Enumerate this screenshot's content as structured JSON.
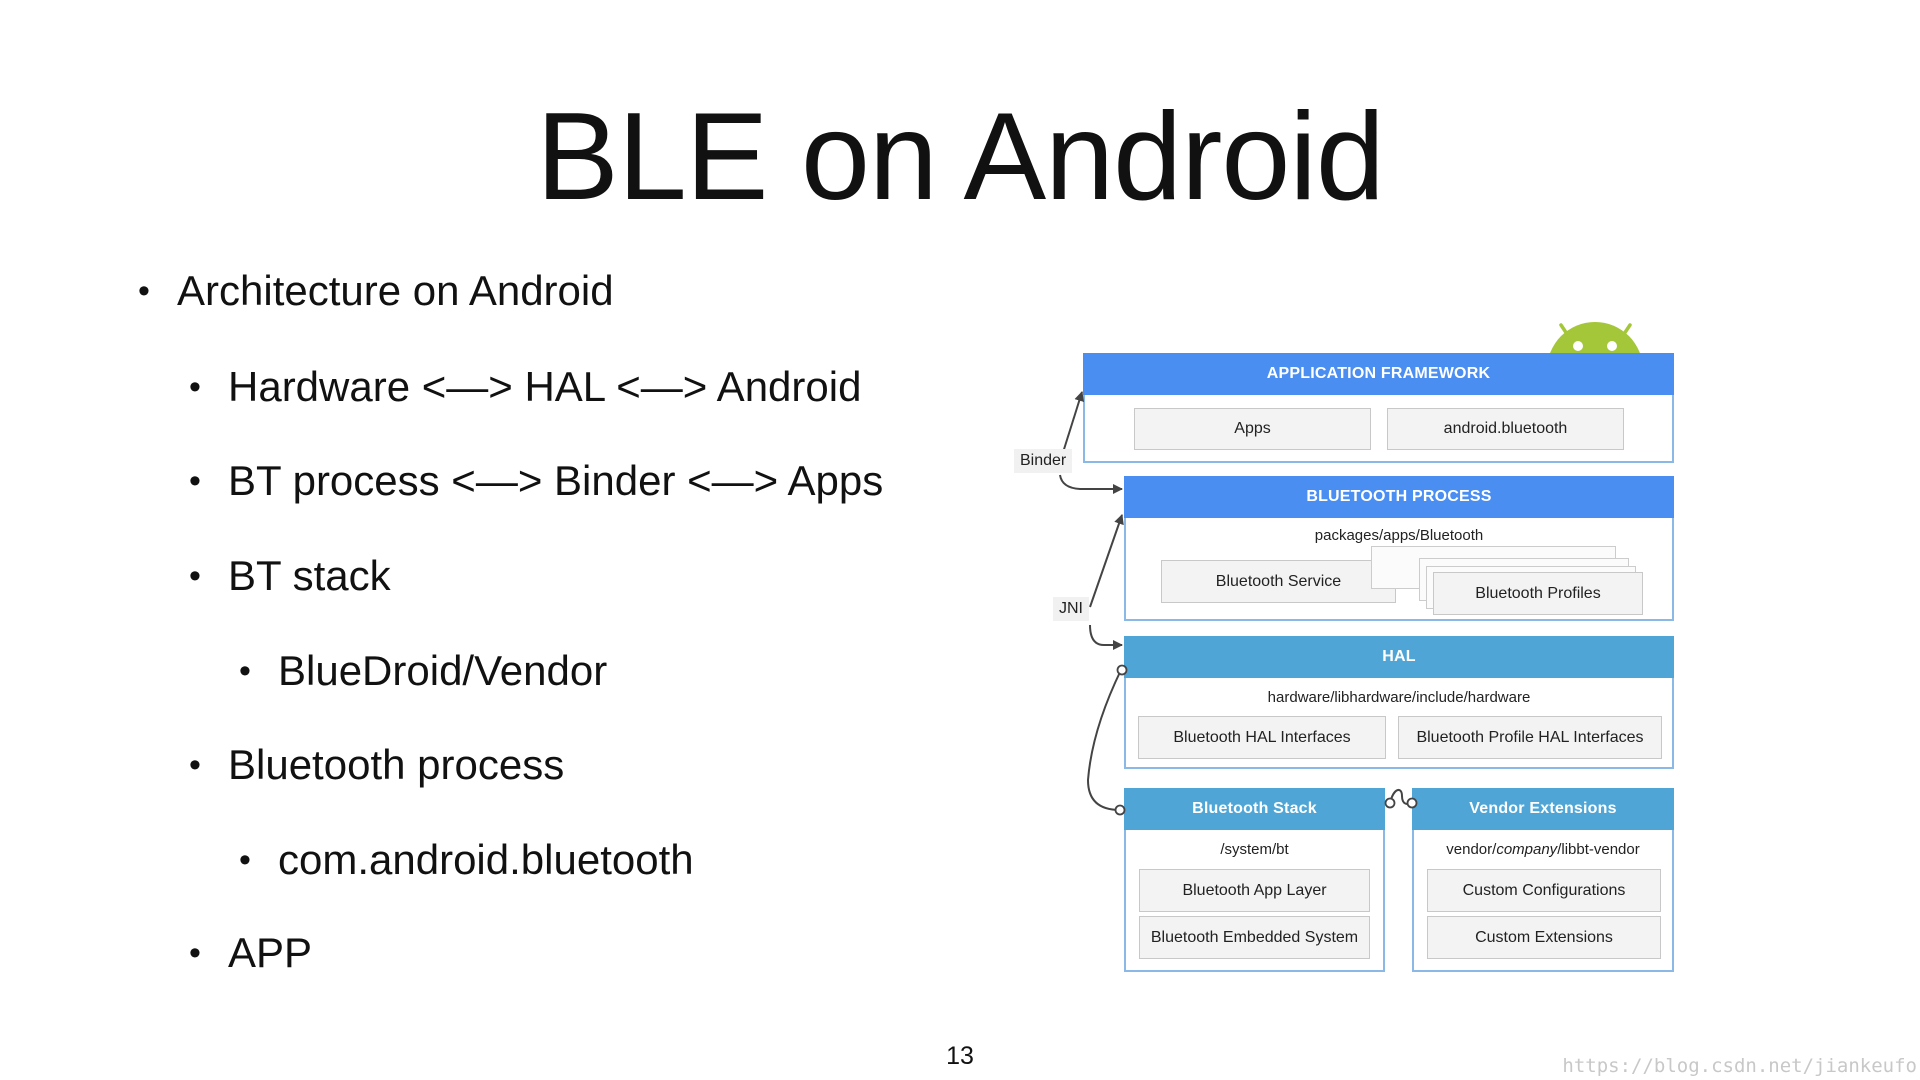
{
  "slide": {
    "title": "BLE on Android",
    "page_number": "13",
    "watermark": "https://blog.csdn.net/jiankeufo"
  },
  "bullets": [
    {
      "level": 1,
      "text": "Architecture on Android"
    },
    {
      "level": 2,
      "text": "Hardware <—> HAL <—> Android"
    },
    {
      "level": 2,
      "text": "BT process <—> Binder <—> Apps"
    },
    {
      "level": 2,
      "text": "BT stack"
    },
    {
      "level": 3,
      "text": "BlueDroid/Vendor"
    },
    {
      "level": 2,
      "text": "Bluetooth process"
    },
    {
      "level": 3,
      "text": "com.android.bluetooth"
    },
    {
      "level": 2,
      "text": "APP"
    }
  ],
  "bullet_symbol": "•",
  "diagram": {
    "colors": {
      "header_blue": "#4a8ef2",
      "header_teal": "#4fa6d6",
      "android_green": "#a4c639",
      "border": "#8ab9e6"
    },
    "mascot_icon": "android-robot-icon",
    "application_framework": {
      "header": "APPLICATION FRAMEWORK",
      "boxes": [
        "Apps",
        "android.bluetooth"
      ]
    },
    "bluetooth_process": {
      "header": "BLUETOOTH PROCESS",
      "path": "packages/apps/Bluetooth",
      "boxes": [
        "Bluetooth Service",
        "Bluetooth Profiles"
      ]
    },
    "hal": {
      "header": "HAL",
      "path": "hardware/libhardware/include/hardware",
      "boxes": [
        "Bluetooth HAL Interfaces",
        "Bluetooth Profile HAL Interfaces"
      ]
    },
    "bluetooth_stack": {
      "header": "Bluetooth Stack",
      "path": "/system/bt",
      "boxes": [
        "Bluetooth App Layer",
        "Bluetooth Embedded System"
      ]
    },
    "vendor_extensions": {
      "header": "Vendor Extensions",
      "path_prefix": "vendor/",
      "path_italic": "company",
      "path_suffix": "/libbt-vendor",
      "boxes": [
        "Custom Configurations",
        "Custom Extensions"
      ]
    },
    "connectors": {
      "binder_label": "Binder",
      "jni_label": "JNI"
    }
  }
}
